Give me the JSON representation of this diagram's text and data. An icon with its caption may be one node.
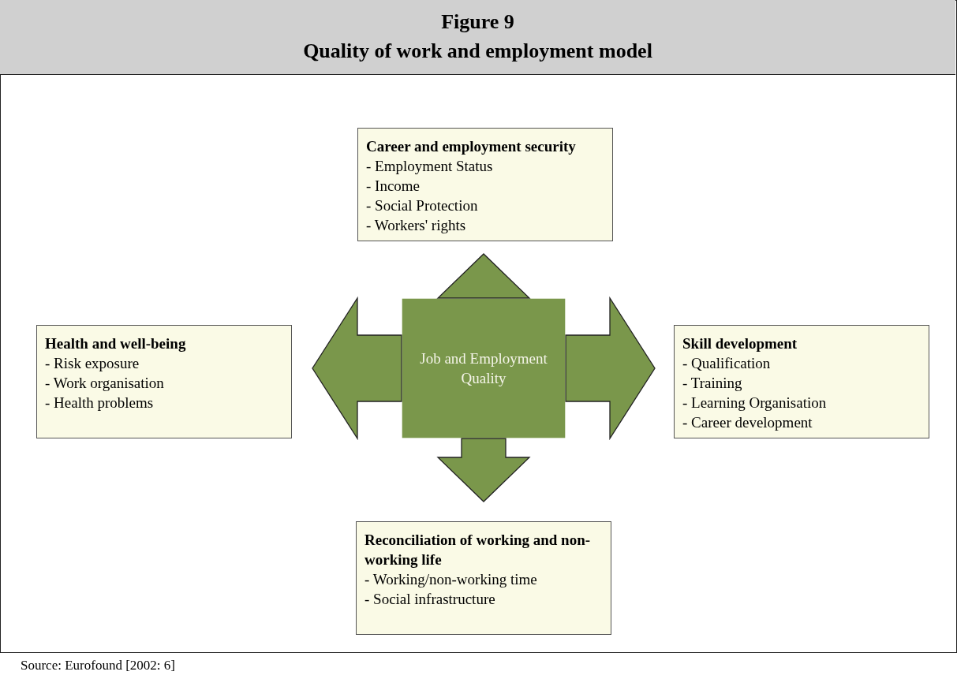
{
  "diagram": {
    "title": "Quality of work and employment model",
    "nodes": [
      {
        "text": [
          "Career and employment security",
          "- Employment Status",
          "- Income",
          "- Social Protection",
          "- Workers' rights"
        ]
      },
      {
        "text": [
          "Health and well-being",
          "- Risk exposure",
          "- Work organisation",
          "- Health problems"
        ]
      },
      {
        "text": [
          "Job and Employment Quality"
        ]
      },
      {
        "text": [
          "Skill development",
          "- Qualification",
          "- Training",
          "- Learning Organisation",
          "- Career development"
        ]
      },
      {
        "text": [
          "Reconciliation of working and non-working life",
          "- Working/non-working time",
          "- Social infrastructure"
        ]
      }
    ],
    "edges": [
      {
        "from": 2,
        "to": 0,
        "arrow": "to"
      },
      {
        "from": 2,
        "to": 1,
        "arrow": "to"
      },
      {
        "from": 2,
        "to": 3,
        "arrow": "to"
      },
      {
        "from": 2,
        "to": 4,
        "arrow": "to"
      }
    ],
    "labels": [
      "Figure 9",
      "Source: Eurofound [2002: 6]"
    ]
  }
}
